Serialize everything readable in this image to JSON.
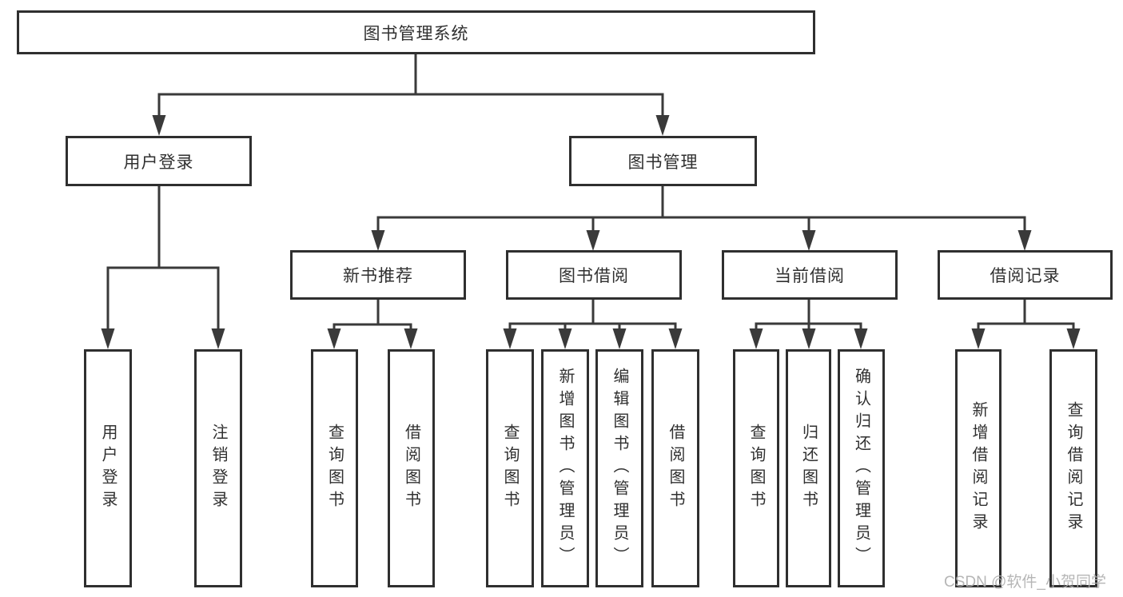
{
  "diagram": {
    "root": {
      "label": "图书管理系统"
    },
    "level1": [
      {
        "label": "用户登录",
        "children": [
          "用户登录",
          "注销登录"
        ]
      },
      {
        "label": "图书管理"
      }
    ],
    "groups": [
      {
        "label": "新书推荐",
        "children": [
          "查询图书",
          "借阅图书"
        ]
      },
      {
        "label": "图书借阅",
        "children": [
          "查询图书",
          "新增图书（管理员）",
          "编辑图书（管理员）",
          "借阅图书"
        ]
      },
      {
        "label": "当前借阅",
        "children": [
          "查询图书",
          "归还图书",
          "确认归还（管理员）"
        ]
      },
      {
        "label": "借阅记录",
        "children": [
          "新增借阅记录",
          "查询借阅记录"
        ]
      }
    ],
    "watermark": "CSDN @软件_小贺同学",
    "colors": {
      "line": "#3a3a3a",
      "border": "#2f2f2f",
      "text": "#303030",
      "watermark": "#b0b0b0",
      "background": "#ffffff"
    }
  }
}
